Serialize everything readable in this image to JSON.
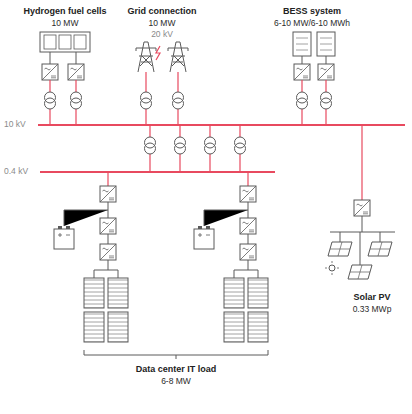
{
  "diagram": {
    "labels": [
      "Hydrogen fuel cells",
      "10 MW",
      "Grid connection",
      "10 MW",
      "20 kV",
      "BESS system",
      "6-10 MW/6-10 MWh",
      "10 kV",
      "0.4 kV",
      "Solar PV",
      "0.33 MWp",
      "Data center IT load",
      "6-8 MW"
    ]
  }
}
